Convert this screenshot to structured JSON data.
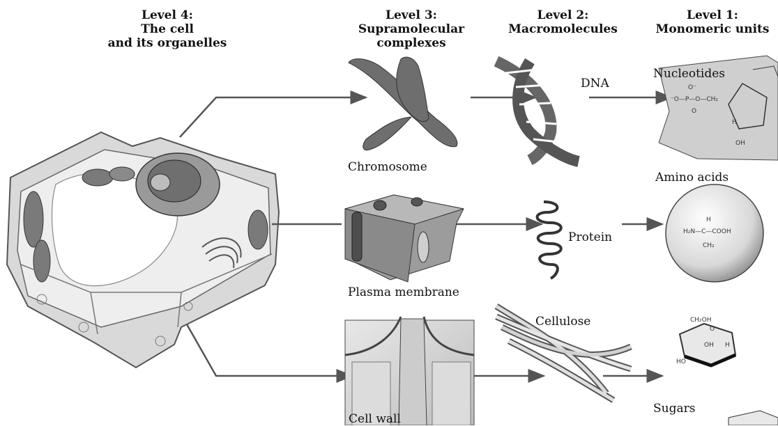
{
  "headers": {
    "level4": [
      "Level 4:",
      "The cell",
      "and its organelles"
    ],
    "level3": [
      "Level 3:",
      "Supramolecular",
      "complexes"
    ],
    "level2": [
      "Level 2:",
      "Macromolecules"
    ],
    "level1": [
      "Level 1:",
      "Monomeric units"
    ]
  },
  "labels": {
    "chromosome": "Chromosome",
    "plasma_membrane": "Plasma membrane",
    "cell_wall": "Cell wall",
    "dna": "DNA",
    "protein": "Protein",
    "cellulose": "Cellulose",
    "nucleotides": "Nucleotides",
    "amino_acids": "Amino acids",
    "sugars": "Sugars"
  },
  "chem": {
    "amino_h": "H",
    "amino_h2n": "H₂N—C—COOH",
    "amino_ch2": "CH₂",
    "nuc_o_minus": "O⁻",
    "nuc_chain": "⁻O—P—O—CH₂",
    "nuc_o": "O",
    "nuc_oh": "OH",
    "nuc_h": "H",
    "sugar_ch2oh": "CH₂OH",
    "sugar_oh": "OH",
    "sugar_ho": "HO",
    "sugar_h": "H",
    "sugar_o": "O"
  }
}
